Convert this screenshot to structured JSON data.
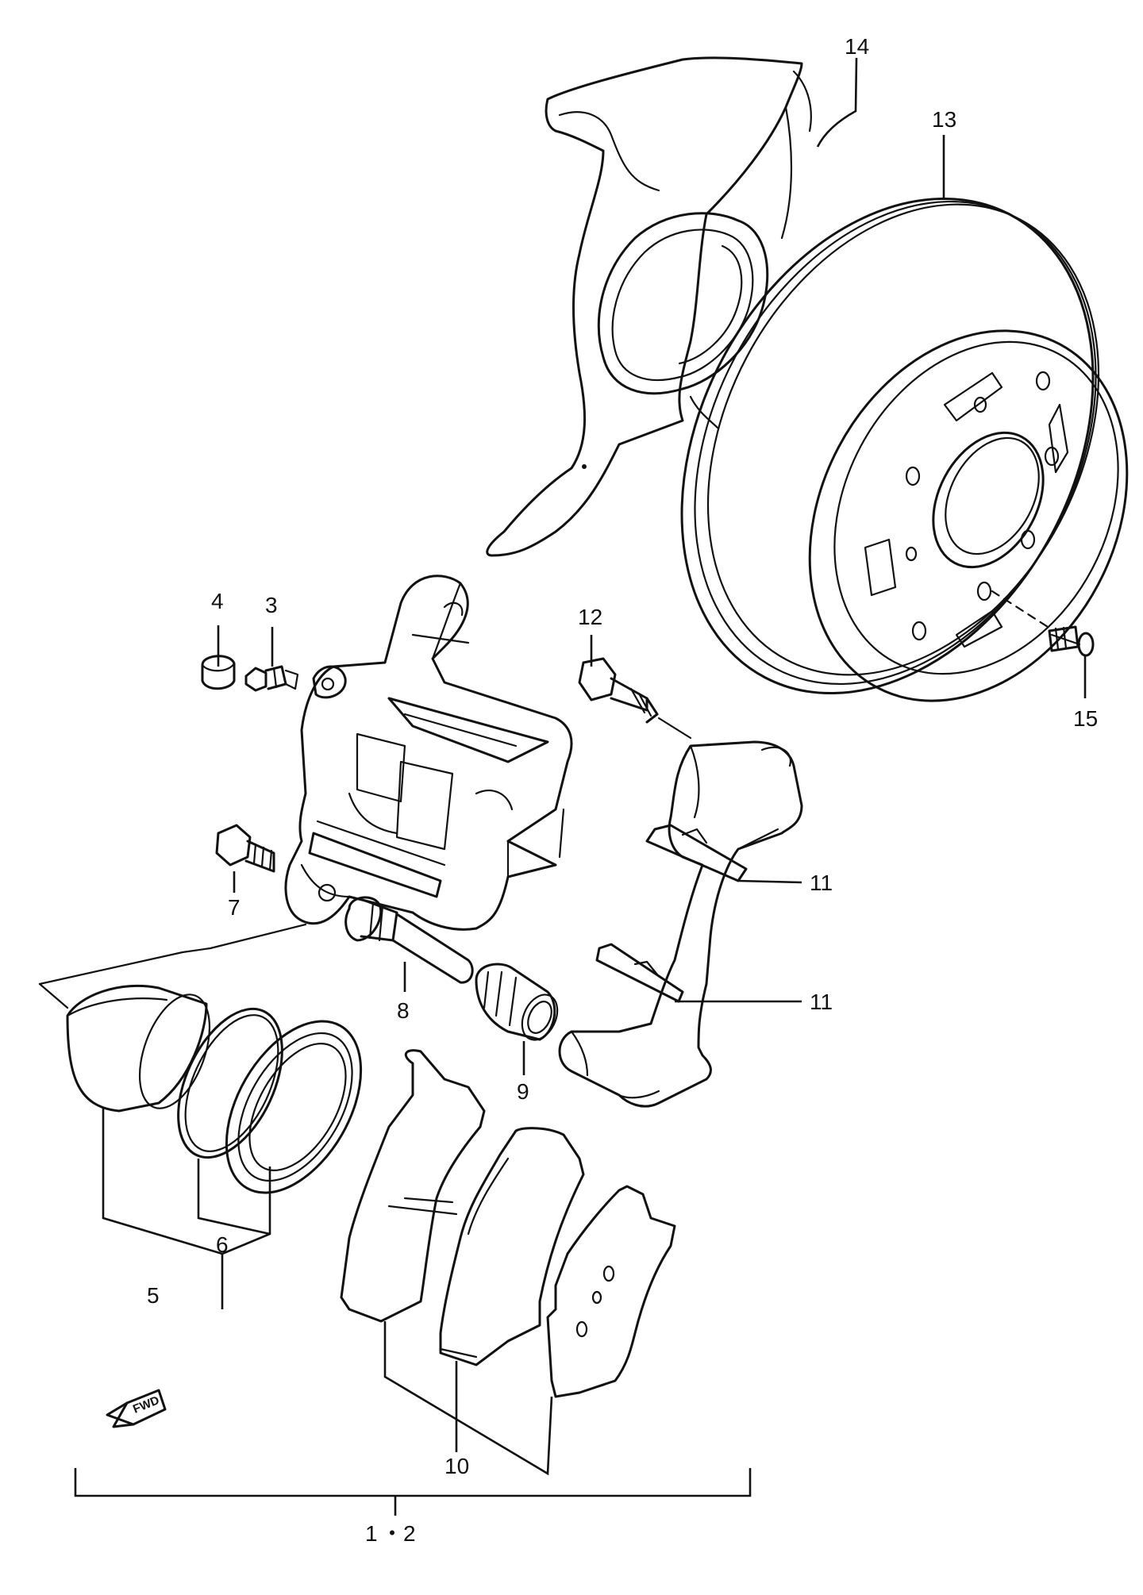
{
  "labels": {
    "p1": "1",
    "p1_sep": "・",
    "p2": "2",
    "p3": "3",
    "p4": "4",
    "p5": "5",
    "p6": "6",
    "p7": "7",
    "p8": "8",
    "p9": "9",
    "p10": "10",
    "p11a": "11",
    "p11b": "11",
    "p12": "12",
    "p13": "13",
    "p14": "14",
    "p15": "15"
  },
  "fwd_badge": "FWD",
  "colors": {
    "line": "#111111",
    "background": "#ffffff"
  }
}
